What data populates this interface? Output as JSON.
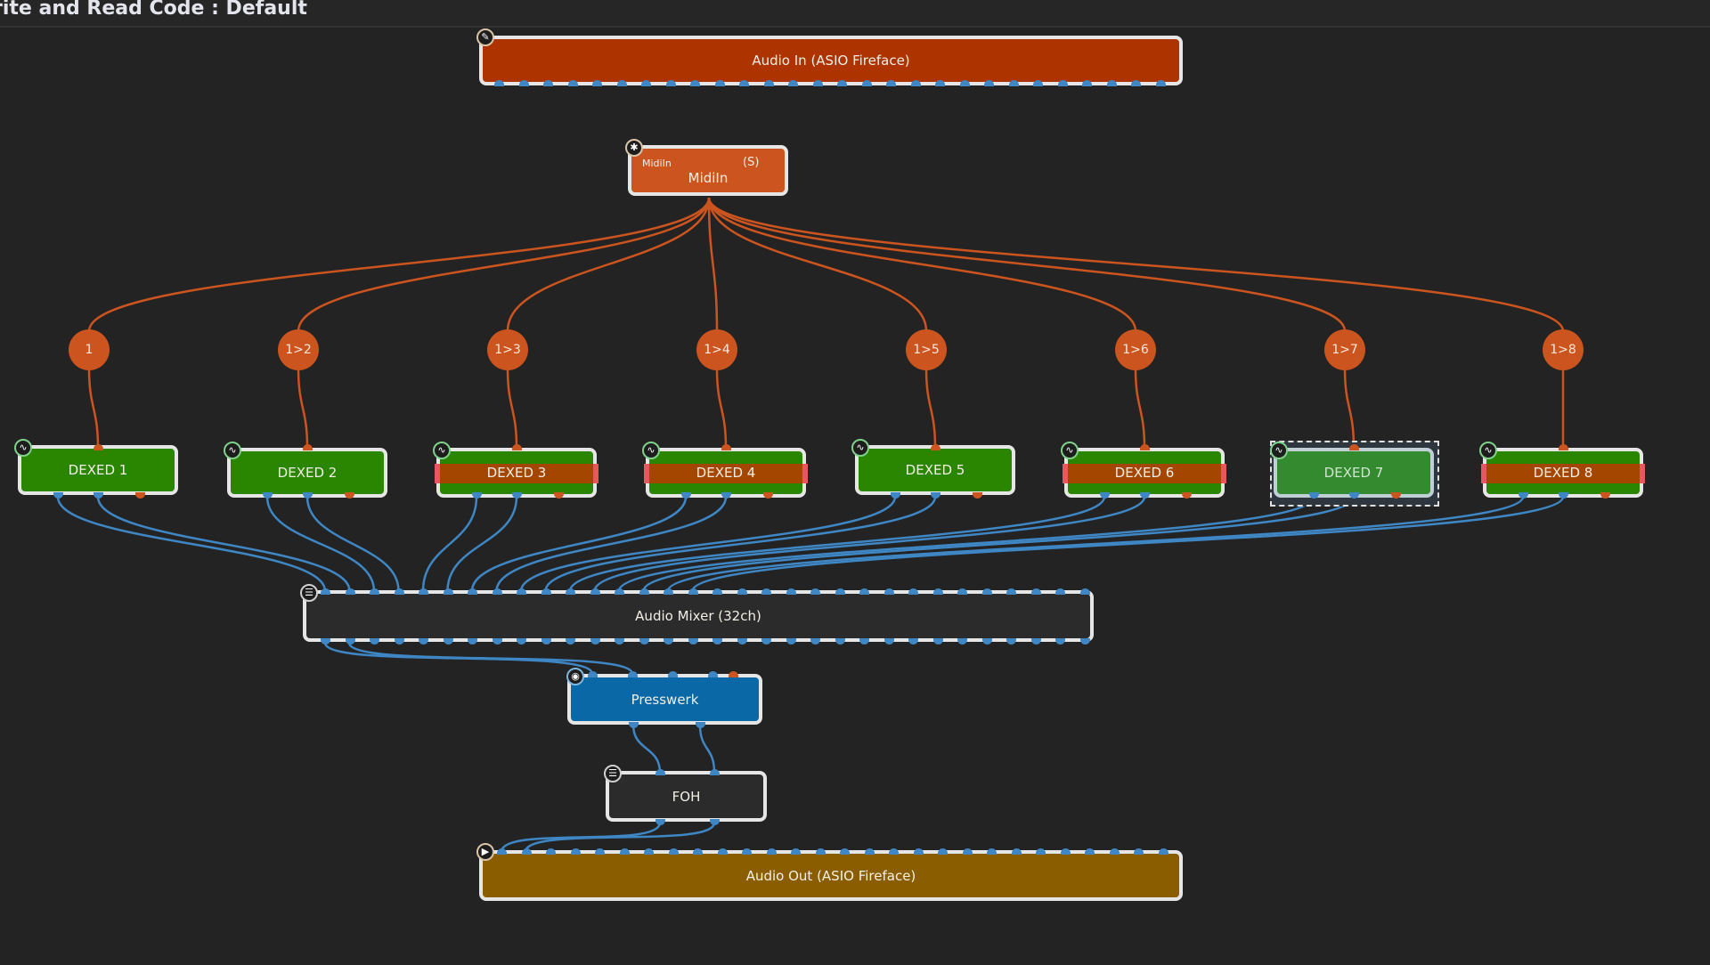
{
  "header": {
    "title": "rite and Read Code : Default"
  },
  "colors": {
    "background": "#232323",
    "audio_wire": "#3e86c4",
    "midi_wire": "#cc541f",
    "audio_in": "#ad3300",
    "audio_out": "#8a5e00",
    "midi_in": "#cc541f",
    "dexed_enabled": "#2a8500",
    "dexed_bypass_band": "#a44600",
    "mixer": "#2b2b2b",
    "presswerk": "#0a68a6"
  },
  "nodes": {
    "audio_in": {
      "label": "Audio In (ASIO Fireface)",
      "icon": "microphone-icon"
    },
    "midi_in": {
      "label": "MidiIn",
      "sub_label": "MidiIn",
      "tag": "(S)",
      "icon": "midi-connector-icon"
    },
    "midi_filters": [
      {
        "label": "1"
      },
      {
        "label": "1>2"
      },
      {
        "label": "1>3"
      },
      {
        "label": "1>4"
      },
      {
        "label": "1>5"
      },
      {
        "label": "1>6"
      },
      {
        "label": "1>7"
      },
      {
        "label": "1>8"
      }
    ],
    "dexed": [
      {
        "label": "DEXED 1",
        "bypassed": false,
        "selected": false
      },
      {
        "label": "DEXED 2",
        "bypassed": false,
        "selected": false
      },
      {
        "label": "DEXED 3",
        "bypassed": true,
        "selected": false
      },
      {
        "label": "DEXED 4",
        "bypassed": true,
        "selected": false
      },
      {
        "label": "DEXED 5",
        "bypassed": false,
        "selected": false
      },
      {
        "label": "DEXED 6",
        "bypassed": true,
        "selected": false
      },
      {
        "label": "DEXED 7",
        "bypassed": false,
        "selected": true
      },
      {
        "label": "DEXED 8",
        "bypassed": true,
        "selected": false
      }
    ],
    "mixer": {
      "label": "Audio Mixer (32ch)",
      "icon": "mixer-sliders-icon"
    },
    "presswerk": {
      "label": "Presswerk",
      "icon": "compressor-knob-icon"
    },
    "foh": {
      "label": "FOH",
      "icon": "mixer-sliders-icon"
    },
    "audio_out": {
      "label": "Audio Out (ASIO Fireface)",
      "icon": "speaker-icon"
    }
  }
}
